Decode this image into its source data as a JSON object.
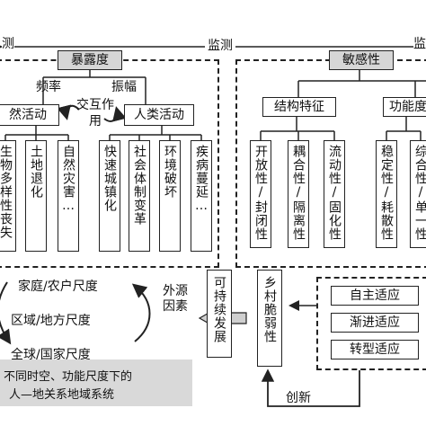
{
  "top": {
    "left_fragment": "测",
    "monitor_label": "监测",
    "right_fragment": "监"
  },
  "exposure": {
    "title": "暴露度",
    "frequency": "频率",
    "amplitude": "振幅",
    "interaction": "交互作用",
    "natural_activity": "然活动",
    "human_activity": "人类活动",
    "natural_items": [
      "生物多样性丧失",
      "土地退化",
      "自然灾害…"
    ],
    "human_items": [
      "快速城镇化",
      "社会体制变革",
      "环境破坏",
      "疾病蔓延…"
    ]
  },
  "sensitivity": {
    "title": "敏感性",
    "structural": "结构特征",
    "functional": "功能度",
    "structural_items": [
      "开放性/封闭性",
      "耦合性/隔离性",
      "流动性/固化性"
    ],
    "functional_items": [
      "稳定性/耗散性",
      "综合性/单一性"
    ]
  },
  "scales": {
    "household": "家庭/农户尺度",
    "regional": "区域/地方尺度",
    "global": "全球/国家尺度",
    "external_factor": "外源因素"
  },
  "bottom_note": {
    "line1": "不同时空、功能尺度下的",
    "line2": "人—地关系地域系统"
  },
  "center": {
    "sustainable": "可持续发展",
    "vulnerability": "乡村脆弱性"
  },
  "adaptation": {
    "items": [
      "自主适应",
      "渐进适应",
      "转型适应"
    ],
    "innovation": "创新"
  }
}
